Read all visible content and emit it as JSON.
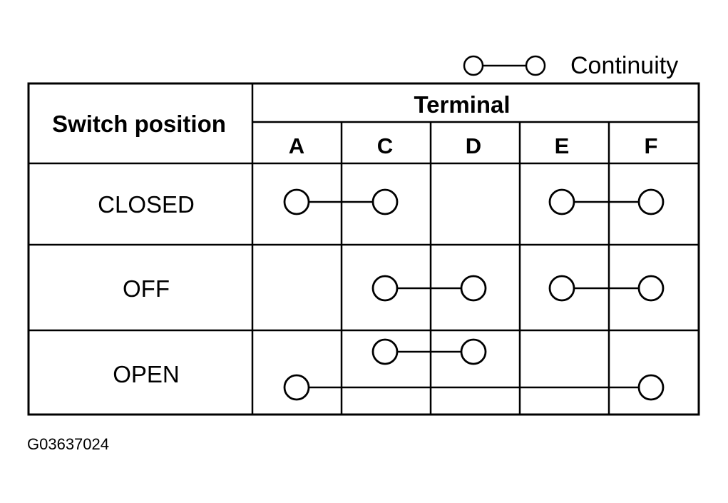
{
  "legend": {
    "label": "Continuity"
  },
  "table": {
    "row_header": "Switch position",
    "column_group_header": "Terminal",
    "terminals": [
      "A",
      "C",
      "D",
      "E",
      "F"
    ],
    "rows": [
      {
        "position": "CLOSED",
        "connections": [
          [
            "A",
            "C"
          ],
          [
            "E",
            "F"
          ]
        ]
      },
      {
        "position": "OFF",
        "connections": [
          [
            "C",
            "D"
          ],
          [
            "E",
            "F"
          ]
        ]
      },
      {
        "position": "OPEN",
        "connections": [
          [
            "C",
            "D"
          ],
          [
            "A",
            "F"
          ]
        ]
      }
    ]
  },
  "figure_code": "G03637024"
}
